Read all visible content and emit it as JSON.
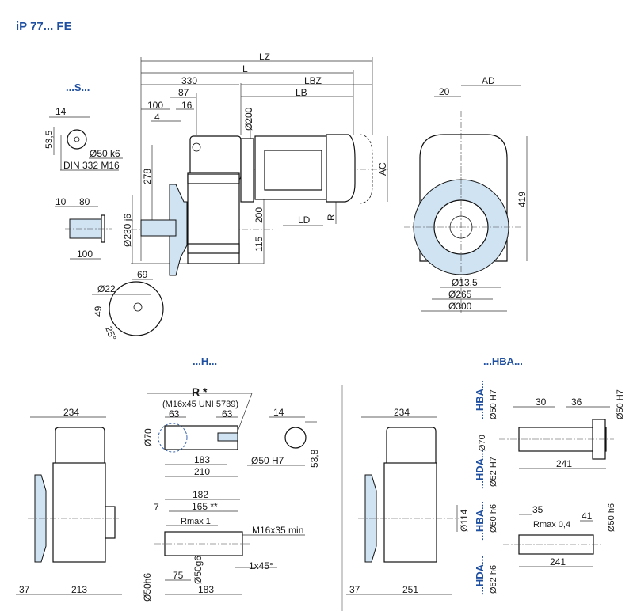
{
  "title": "iP 77... FE",
  "sections": {
    "s": "...S...",
    "h": "...H...",
    "hba": "...HBA..."
  },
  "main_view": {
    "lz": "LZ",
    "l": "L",
    "d330": "330",
    "lbz": "LBZ",
    "lb": "LB",
    "d87": "87",
    "d100": "100",
    "d16": "16",
    "d4": "4",
    "d200dia": "Ø200",
    "d278": "278",
    "d230": "Ø230 j6",
    "d200": "200",
    "d115": "115",
    "ld": "LD",
    "r": "R",
    "ac": "AC"
  },
  "s_detail": {
    "d14": "14",
    "d53_5": "53,5",
    "dia50": "Ø50 k6",
    "din": "DIN 332 M16",
    "d10": "10",
    "d80": "80",
    "d100": "100"
  },
  "flange_detail": {
    "d69": "69",
    "d22": "Ø22",
    "d49": "49",
    "ang": "25°"
  },
  "side_view": {
    "d20": "20",
    "ad": "AD",
    "d419": "419",
    "d13_5": "Ø13,5",
    "d265": "Ø265",
    "d300": "Ø300"
  },
  "h_view": {
    "d234": "234",
    "d37": "37",
    "d213": "213"
  },
  "h_shaft": {
    "r": "R *",
    "screw": "(M16x45 UNI 5739)",
    "d63a": "63",
    "d63b": "63",
    "d70": "Ø70",
    "d183": "183",
    "d210": "210",
    "d14": "14",
    "d50h7": "Ø50 H7",
    "d53_8": "53,8",
    "d182": "182",
    "d7": "7",
    "d165": "165 **",
    "rmax": "Rmax 1",
    "m16": "M16x35 min",
    "d50h6": "Ø50h6",
    "d75": "75",
    "d50g6": "Ø50g6",
    "chamfer": "1x45°",
    "d183b": "183"
  },
  "hba_view": {
    "d234": "234",
    "d37": "37",
    "d251": "251",
    "d114": "Ø114"
  },
  "hba_shaft": {
    "hba1": "...HBA...",
    "hba1_dia": "Ø50 H7",
    "hda1": "...HDA...",
    "hda1_dia": "Ø52 H7",
    "d30": "30",
    "d36": "36",
    "right_dia": "Ø50 H7",
    "d70": "Ø70",
    "d241": "241",
    "hba2": "...HBA...",
    "hba2_dia": "Ø50 h6",
    "hda2": "...HDA...",
    "hda2_dia": "Ø52 h6",
    "d35": "35",
    "rmax": "Rmax 0,4",
    "d41": "41",
    "right_dia2": "Ø50 h6",
    "d241b": "241"
  }
}
